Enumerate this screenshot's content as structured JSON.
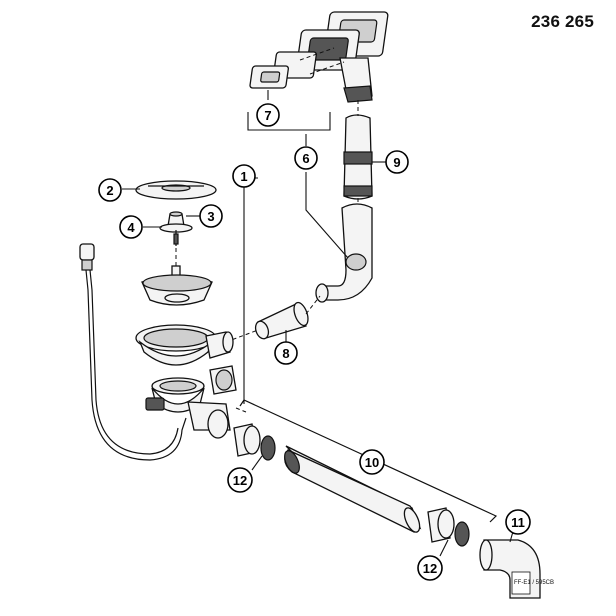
{
  "title": "236 265",
  "callouts": [
    {
      "id": "1",
      "text": "1"
    },
    {
      "id": "2",
      "text": "2"
    },
    {
      "id": "3",
      "text": "3"
    },
    {
      "id": "4",
      "text": "4"
    },
    {
      "id": "6",
      "text": "6"
    },
    {
      "id": "7",
      "text": "7"
    },
    {
      "id": "8",
      "text": "8"
    },
    {
      "id": "9",
      "text": "9"
    },
    {
      "id": "10",
      "text": "10"
    },
    {
      "id": "11",
      "text": "11"
    },
    {
      "id": "12a",
      "text": "12"
    },
    {
      "id": "12b",
      "text": "12"
    }
  ],
  "elbow_label": "FF-E1 / 595CB"
}
